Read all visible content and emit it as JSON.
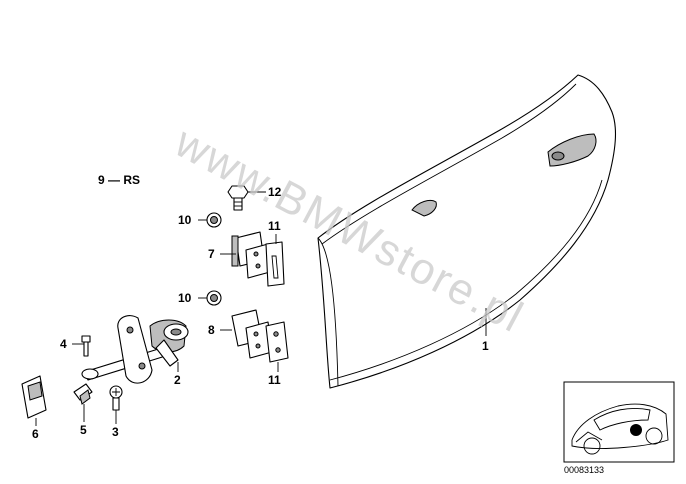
{
  "watermark": "www.BMWstore.pl",
  "reference_number": "00083133",
  "labels": {
    "door": "1",
    "check_strap": "2",
    "screw_3": "3",
    "bolt_4": "4",
    "clip_5": "5",
    "cover_6": "6",
    "hinge_upper": "7",
    "hinge_lower": "8",
    "rs_label": "9 — RS",
    "nut_upper": "10",
    "nut_lower": "10",
    "shim_upper": "11",
    "shim_lower": "11",
    "bolt_12": "12"
  }
}
